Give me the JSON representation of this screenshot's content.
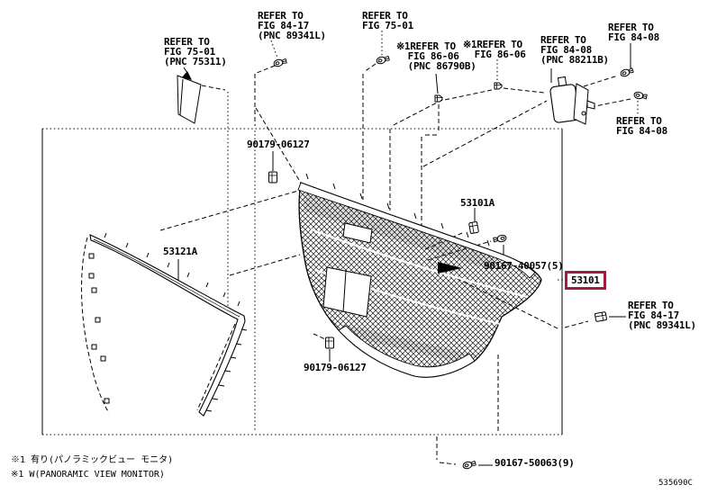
{
  "colors": {
    "background": "#FFFFFF",
    "line": "#000000",
    "highlight": "#A01C3C"
  },
  "diagram_code": "535690C",
  "main_part": {
    "number": "53101",
    "highlighted": true
  },
  "part_labels": [
    {
      "text": "90179-06127"
    },
    {
      "text": "53101A"
    },
    {
      "text": "53121A"
    },
    {
      "text": "90167-40057(5)"
    },
    {
      "text": "90179-06127"
    },
    {
      "text": "90167-50063(9)"
    }
  ],
  "ref_labels": [
    {
      "text": "REFER TO\nFIG 75-01\n(PNC 75311)"
    },
    {
      "text": "REFER TO\nFIG 84-17\n(PNC 89341L)"
    },
    {
      "text": "REFER TO\nFIG 75-01"
    },
    {
      "text": "※1REFER TO\n  FIG 86-06\n  (PNC 86790B)"
    },
    {
      "text": "※1REFER TO\n  FIG 86-06"
    },
    {
      "text": "REFER TO\nFIG 84-08\n(PNC 88211B)"
    },
    {
      "text": "REFER TO\nFIG 84-08"
    },
    {
      "text": "REFER TO\nFIG 84-08"
    },
    {
      "text": "REFER TO\nFIG 84-17\n(PNC 89341L)"
    }
  ],
  "footnotes": [
    "※1 有り(パノラミックビュー モニタ)",
    "※1 W(PANORAMIC VIEW MONITOR)"
  ],
  "icons": {
    "screw": "hex-bolt-icon",
    "clip": "retainer-clip-icon",
    "grommet": "grommet-icon"
  }
}
